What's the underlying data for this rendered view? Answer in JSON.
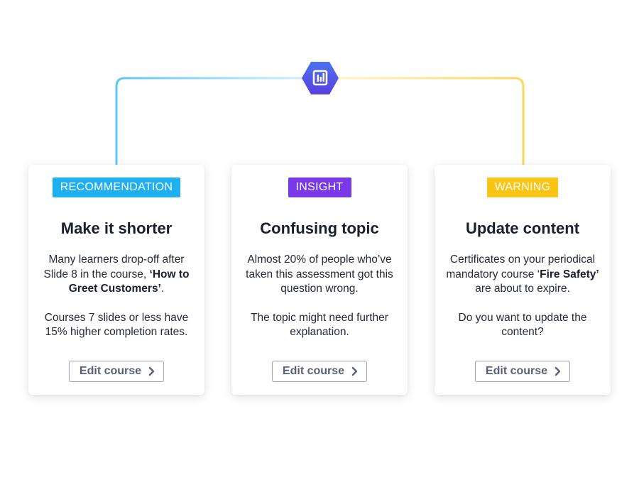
{
  "colors": {
    "blue": "#1fb0ef",
    "purple": "#7a39e8",
    "yellow": "#f9c413",
    "hub": "#5b4be6"
  },
  "hub": {
    "icon": "bar-chart-icon"
  },
  "cards": [
    {
      "badge": "RECOMMENDATION",
      "title": "Make it shorter",
      "p1_a": "Many learners drop-off after Slide 8 in the course, ",
      "p1_b": "‘How to Greet Customers’",
      "p1_c": ".",
      "p2": "Courses 7 slides or less have 15% higher completion rates.",
      "button": "Edit course"
    },
    {
      "badge": "INSIGHT",
      "title": "Confusing topic",
      "p1_a": "Almost 20% of people who’ve taken this assessment got this question wrong.",
      "p1_b": "",
      "p1_c": "",
      "p2": "The topic might need further explanation.",
      "button": "Edit course"
    },
    {
      "badge": "WARNING",
      "title": "Update content",
      "p1_a": "Certificates on your periodical mandatory course ‘",
      "p1_b": "Fire Safety’",
      "p1_c": " are about to expire.",
      "p2": "Do you want to update the content?",
      "button": "Edit course"
    }
  ]
}
